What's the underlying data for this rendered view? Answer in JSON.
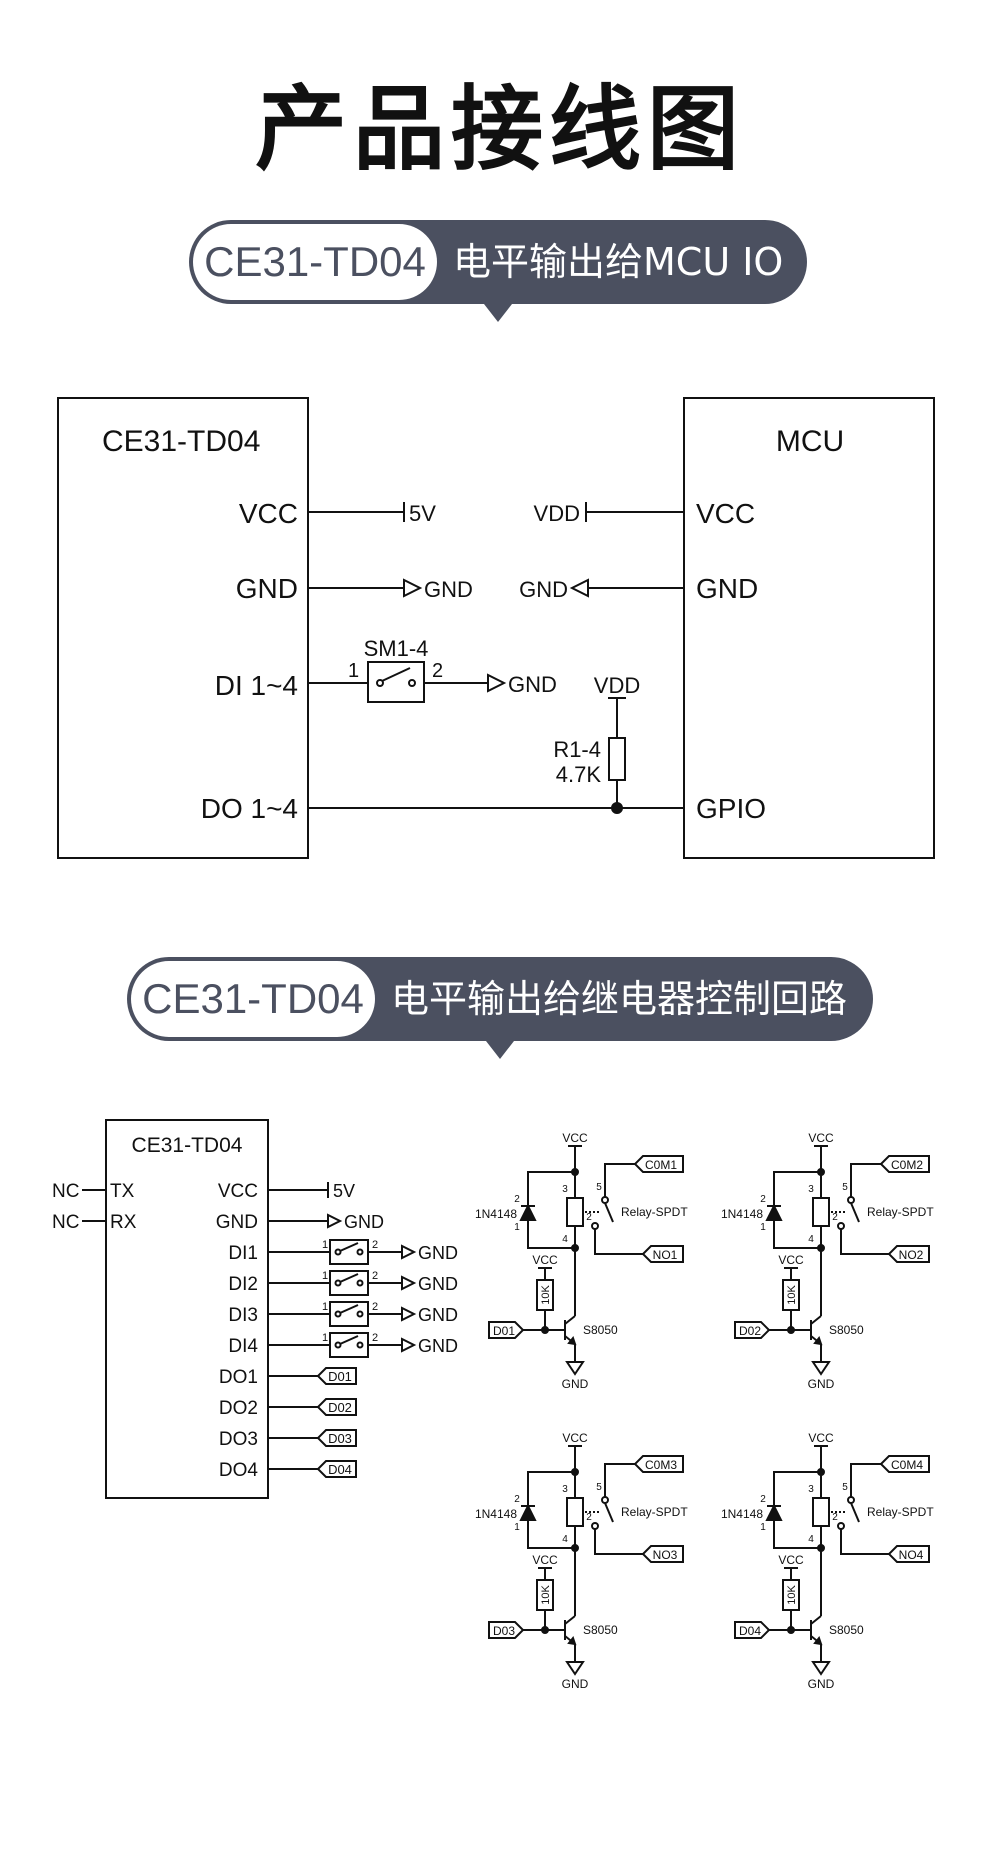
{
  "title": "产品接线图",
  "banner1": {
    "model": "CE31-TD04",
    "text": "电平输出给MCU IO"
  },
  "banner2": {
    "model": "CE31-TD04",
    "text": "电平输出给继电器控制回路"
  },
  "diagram1": {
    "module_title": "CE31-TD04",
    "mcu_title": "MCU",
    "module_pins": {
      "vcc": "VCC",
      "gnd": "GND",
      "di": "DI 1~4",
      "do": "DO 1~4"
    },
    "mcu_pins": {
      "vcc": "VCC",
      "gnd": "GND",
      "gpio": "GPIO"
    },
    "labels": {
      "v5": "5V",
      "gnd_a": "GND",
      "gnd_b": "GND",
      "gnd_c": "GND",
      "vdd_mcu": "VDD",
      "vdd_pullup": "VDD",
      "switch": "SM1-4",
      "pin1": "1",
      "pin2": "2",
      "resistor": "R1-4",
      "resistor_value": "4.7K"
    }
  },
  "diagram2": {
    "module_title": "CE31-TD04",
    "nc_tx": "NC",
    "nc_rx": "NC",
    "tx": "TX",
    "rx": "RX",
    "pins": [
      "VCC",
      "GND",
      "DI1",
      "DI2",
      "DI3",
      "DI4",
      "DO1",
      "DO2",
      "DO3",
      "DO4"
    ],
    "v5": "5V",
    "gnd": "GND",
    "switch_pin1": "1",
    "switch_pin2": "2",
    "do_tags": [
      "D01",
      "D02",
      "D03",
      "D04"
    ]
  },
  "relay_circuits": [
    {
      "com": "C0M1",
      "no": "NO1",
      "input": "D01"
    },
    {
      "com": "C0M2",
      "no": "NO2",
      "input": "D02"
    },
    {
      "com": "C0M3",
      "no": "NO3",
      "input": "D03"
    },
    {
      "com": "C0M4",
      "no": "NO4",
      "input": "D04"
    }
  ],
  "relay_common": {
    "vcc": "VCC",
    "gnd": "GND",
    "diode": "1N4148",
    "relay": "Relay-SPDT",
    "resistor": "10K",
    "transistor": "S8050",
    "pins": {
      "p1": "1",
      "p2": "2",
      "p3": "3",
      "p4": "4",
      "p5": "5"
    }
  }
}
